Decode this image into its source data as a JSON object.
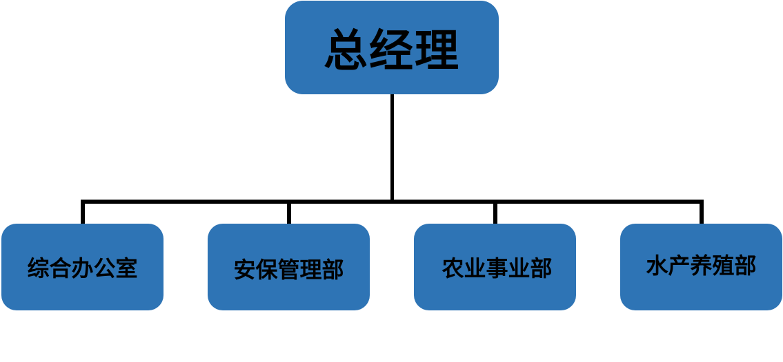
{
  "diagram": {
    "type": "org-chart",
    "colors": {
      "box_fill": "#2E74B5",
      "text": "#000000",
      "connector": "#000000"
    },
    "root": {
      "label": "总经理"
    },
    "children": [
      {
        "label": "综合办公室"
      },
      {
        "label": "安保管理部"
      },
      {
        "label": "农业事业部"
      },
      {
        "label": "水产养殖部"
      }
    ]
  }
}
